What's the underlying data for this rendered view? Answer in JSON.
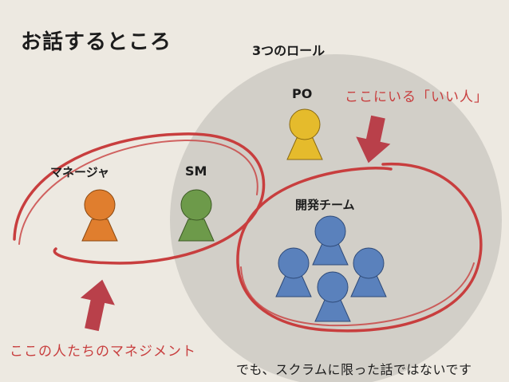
{
  "title": "お話するところ",
  "roles_heading": "3つのロール",
  "labels": {
    "po": "PO",
    "sm": "SM",
    "manager": "マネージャ",
    "dev_team": "開発チーム"
  },
  "annotations": {
    "good_people": "ここにいる「いい人」",
    "management": "ここの人たちのマネジメント",
    "note": "でも、スクラムに限った話ではないです"
  },
  "colors": {
    "background": "#ede9e1",
    "scrum_circle": "#d2cfc8",
    "po": "#e5bb2c",
    "sm": "#6d9a4a",
    "manager": "#e07e2e",
    "dev_team": "#5a81bc",
    "accent_red": "#c83e3e"
  },
  "icons": [
    "person-icon",
    "down-arrow-icon",
    "up-arrow-icon"
  ]
}
